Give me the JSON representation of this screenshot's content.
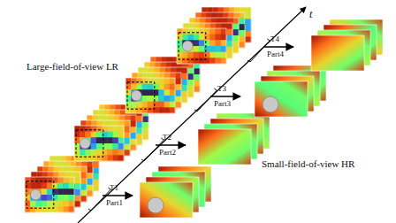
{
  "diagram": {
    "labels": [
      "t",
      "Large-field-of-view LR",
      "T1",
      "Part1",
      "T2",
      "Part2",
      "T3",
      "Part3",
      "T4",
      "Part4",
      "Small-field-of-view HR"
    ]
  }
}
